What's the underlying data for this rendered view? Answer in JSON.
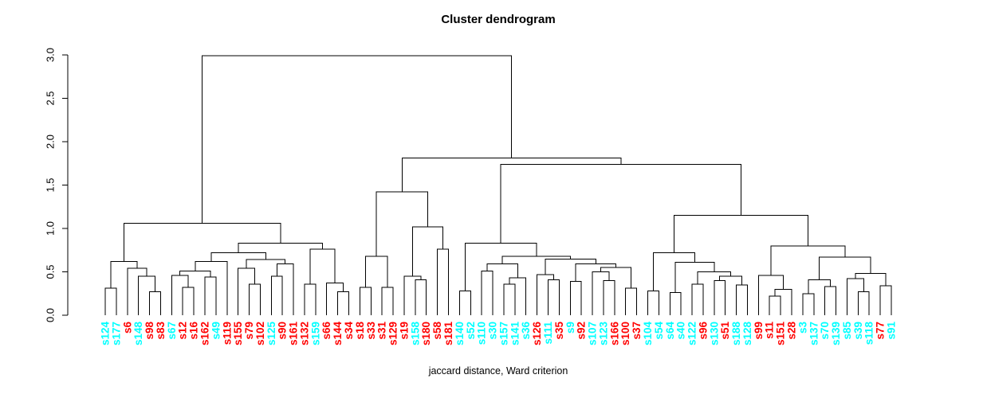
{
  "chart_data": {
    "type": "dendrogram",
    "title": "Cluster dendrogram",
    "xlabel": "jaccard distance, Ward criterion",
    "ylabel": "",
    "ylim": [
      0.0,
      3.0
    ],
    "grid": false,
    "yticks": [
      "0.0",
      "0.5",
      "1.0",
      "1.5",
      "2.0",
      "2.5",
      "3.0"
    ],
    "colors": {
      "red": "#FF0000",
      "cyan": "#00FFFF",
      "line": "#000000",
      "background": "#FFFFFF"
    },
    "leaves": [
      {
        "label": "s124",
        "color": "cyan"
      },
      {
        "label": "s177",
        "color": "cyan"
      },
      {
        "label": "s6",
        "color": "red"
      },
      {
        "label": "s148",
        "color": "cyan"
      },
      {
        "label": "s98",
        "color": "red"
      },
      {
        "label": "s83",
        "color": "red"
      },
      {
        "label": "s67",
        "color": "cyan"
      },
      {
        "label": "s12",
        "color": "red"
      },
      {
        "label": "s16",
        "color": "red"
      },
      {
        "label": "s162",
        "color": "red"
      },
      {
        "label": "s49",
        "color": "cyan"
      },
      {
        "label": "s119",
        "color": "red"
      },
      {
        "label": "s155",
        "color": "red"
      },
      {
        "label": "s79",
        "color": "red"
      },
      {
        "label": "s102",
        "color": "red"
      },
      {
        "label": "s125",
        "color": "cyan"
      },
      {
        "label": "s90",
        "color": "red"
      },
      {
        "label": "s161",
        "color": "red"
      },
      {
        "label": "s132",
        "color": "red"
      },
      {
        "label": "s159",
        "color": "cyan"
      },
      {
        "label": "s66",
        "color": "red"
      },
      {
        "label": "s144",
        "color": "red"
      },
      {
        "label": "s34",
        "color": "red"
      },
      {
        "label": "s18",
        "color": "red"
      },
      {
        "label": "s33",
        "color": "red"
      },
      {
        "label": "s31",
        "color": "red"
      },
      {
        "label": "s129",
        "color": "red"
      },
      {
        "label": "s19",
        "color": "red"
      },
      {
        "label": "s158",
        "color": "cyan"
      },
      {
        "label": "s180",
        "color": "red"
      },
      {
        "label": "s58",
        "color": "red"
      },
      {
        "label": "s181",
        "color": "red"
      },
      {
        "label": "s140",
        "color": "cyan"
      },
      {
        "label": "s52",
        "color": "cyan"
      },
      {
        "label": "s110",
        "color": "cyan"
      },
      {
        "label": "s30",
        "color": "cyan"
      },
      {
        "label": "s157",
        "color": "cyan"
      },
      {
        "label": "s141",
        "color": "cyan"
      },
      {
        "label": "s36",
        "color": "cyan"
      },
      {
        "label": "s126",
        "color": "red"
      },
      {
        "label": "s111",
        "color": "cyan"
      },
      {
        "label": "s35",
        "color": "red"
      },
      {
        "label": "s9",
        "color": "cyan"
      },
      {
        "label": "s92",
        "color": "red"
      },
      {
        "label": "s107",
        "color": "cyan"
      },
      {
        "label": "s123",
        "color": "cyan"
      },
      {
        "label": "s166",
        "color": "red"
      },
      {
        "label": "s100",
        "color": "red"
      },
      {
        "label": "s37",
        "color": "red"
      },
      {
        "label": "s104",
        "color": "cyan"
      },
      {
        "label": "s54",
        "color": "cyan"
      },
      {
        "label": "s64",
        "color": "cyan"
      },
      {
        "label": "s40",
        "color": "cyan"
      },
      {
        "label": "s122",
        "color": "cyan"
      },
      {
        "label": "s96",
        "color": "red"
      },
      {
        "label": "s130",
        "color": "cyan"
      },
      {
        "label": "s51",
        "color": "red"
      },
      {
        "label": "s188",
        "color": "cyan"
      },
      {
        "label": "s128",
        "color": "cyan"
      },
      {
        "label": "s99",
        "color": "red"
      },
      {
        "label": "s11",
        "color": "red"
      },
      {
        "label": "s151",
        "color": "red"
      },
      {
        "label": "s28",
        "color": "red"
      },
      {
        "label": "s3",
        "color": "cyan"
      },
      {
        "label": "s137",
        "color": "cyan"
      },
      {
        "label": "s70",
        "color": "cyan"
      },
      {
        "label": "s139",
        "color": "cyan"
      },
      {
        "label": "s85",
        "color": "cyan"
      },
      {
        "label": "s39",
        "color": "cyan"
      },
      {
        "label": "s118",
        "color": "cyan"
      },
      {
        "label": "s77",
        "color": "red"
      },
      {
        "label": "s91",
        "color": "cyan"
      }
    ],
    "tree": {
      "h": 2.99,
      "c": [
        {
          "h": 1.06,
          "c": [
            {
              "h": 0.62,
              "c": [
                {
                  "h": 0.31,
                  "c": [
                    "s124",
                    "s177"
                  ]
                },
                {
                  "h": 0.54,
                  "c": [
                    "s6",
                    {
                      "h": 0.45,
                      "c": [
                        "s148",
                        {
                          "h": 0.27,
                          "c": [
                            "s98",
                            "s83"
                          ]
                        }
                      ]
                    }
                  ]
                }
              ]
            },
            {
              "h": 0.83,
              "c": [
                {
                  "h": 0.72,
                  "c": [
                    {
                      "h": 0.62,
                      "c": [
                        {
                          "h": 0.51,
                          "c": [
                            {
                              "h": 0.46,
                              "c": [
                                "s67",
                                {
                                  "h": 0.32,
                                  "c": [
                                    "s12",
                                    "s16"
                                  ]
                                }
                              ]
                            },
                            {
                              "h": 0.44,
                              "c": [
                                "s162",
                                "s49"
                              ]
                            }
                          ]
                        },
                        "s119"
                      ]
                    },
                    {
                      "h": 0.64,
                      "c": [
                        {
                          "h": 0.54,
                          "c": [
                            "s155",
                            {
                              "h": 0.36,
                              "c": [
                                "s79",
                                "s102"
                              ]
                            }
                          ]
                        },
                        {
                          "h": 0.59,
                          "c": [
                            {
                              "h": 0.45,
                              "c": [
                                "s125",
                                "s90"
                              ]
                            },
                            "s161"
                          ]
                        }
                      ]
                    }
                  ]
                },
                {
                  "h": 0.76,
                  "c": [
                    {
                      "h": 0.36,
                      "c": [
                        "s132",
                        "s159"
                      ]
                    },
                    {
                      "h": 0.37,
                      "c": [
                        "s66",
                        {
                          "h": 0.27,
                          "c": [
                            "s144",
                            "s34"
                          ]
                        }
                      ]
                    }
                  ]
                }
              ]
            }
          ]
        },
        {
          "h": 1.81,
          "c": [
            {
              "h": 1.42,
              "c": [
                {
                  "h": 0.68,
                  "c": [
                    {
                      "h": 0.32,
                      "c": [
                        "s18",
                        "s33"
                      ]
                    },
                    {
                      "h": 0.32,
                      "c": [
                        "s31",
                        "s129"
                      ]
                    }
                  ]
                },
                {
                  "h": 1.02,
                  "c": [
                    {
                      "h": 0.45,
                      "c": [
                        "s19",
                        {
                          "h": 0.41,
                          "c": [
                            "s158",
                            "s180"
                          ]
                        }
                      ]
                    },
                    {
                      "h": 0.76,
                      "c": [
                        "s58",
                        "s181"
                      ]
                    }
                  ]
                }
              ]
            },
            {
              "h": 1.74,
              "c": [
                {
                  "h": 0.83,
                  "c": [
                    {
                      "h": 0.28,
                      "c": [
                        "s140",
                        "s52"
                      ]
                    },
                    {
                      "h": 0.68,
                      "c": [
                        {
                          "h": 0.59,
                          "c": [
                            {
                              "h": 0.51,
                              "c": [
                                "s110",
                                "s30"
                              ]
                            },
                            {
                              "h": 0.43,
                              "c": [
                                {
                                  "h": 0.36,
                                  "c": [
                                    "s157",
                                    "s141"
                                  ]
                                },
                                "s36"
                              ]
                            }
                          ]
                        },
                        {
                          "h": 0.645,
                          "c": [
                            {
                              "h": 0.47,
                              "c": [
                                "s126",
                                {
                                  "h": 0.41,
                                  "c": [
                                    "s111",
                                    "s35"
                                  ]
                                }
                              ]
                            },
                            {
                              "h": 0.59,
                              "c": [
                                {
                                  "h": 0.39,
                                  "c": [
                                    "s9",
                                    "s92"
                                  ]
                                },
                                {
                                  "h": 0.55,
                                  "c": [
                                    {
                                      "h": 0.5,
                                      "c": [
                                        "s107",
                                        {
                                          "h": 0.4,
                                          "c": [
                                            "s123",
                                            "s166"
                                          ]
                                        }
                                      ]
                                    },
                                    {
                                      "h": 0.31,
                                      "c": [
                                        "s100",
                                        "s37"
                                      ]
                                    }
                                  ]
                                }
                              ]
                            }
                          ]
                        }
                      ]
                    }
                  ]
                },
                {
                  "h": 1.15,
                  "c": [
                    {
                      "h": 0.72,
                      "c": [
                        {
                          "h": 0.28,
                          "c": [
                            "s104",
                            "s54"
                          ]
                        },
                        {
                          "h": 0.61,
                          "c": [
                            {
                              "h": 0.26,
                              "c": [
                                "s64",
                                "s40"
                              ]
                            },
                            {
                              "h": 0.5,
                              "c": [
                                {
                                  "h": 0.36,
                                  "c": [
                                    "s122",
                                    "s96"
                                  ]
                                },
                                {
                                  "h": 0.45,
                                  "c": [
                                    {
                                      "h": 0.4,
                                      "c": [
                                        "s130",
                                        "s51"
                                      ]
                                    },
                                    {
                                      "h": 0.35,
                                      "c": [
                                        "s188",
                                        "s128"
                                      ]
                                    }
                                  ]
                                }
                              ]
                            }
                          ]
                        }
                      ]
                    },
                    {
                      "h": 0.8,
                      "c": [
                        {
                          "h": 0.46,
                          "c": [
                            "s99",
                            {
                              "h": 0.3,
                              "c": [
                                {
                                  "h": 0.22,
                                  "c": [
                                    "s11",
                                    "s151"
                                  ]
                                },
                                "s28"
                              ]
                            }
                          ]
                        },
                        {
                          "h": 0.67,
                          "c": [
                            {
                              "h": 0.41,
                              "c": [
                                {
                                  "h": 0.25,
                                  "c": [
                                    "s3",
                                    "s137"
                                  ]
                                },
                                {
                                  "h": 0.33,
                                  "c": [
                                    "s70",
                                    "s139"
                                  ]
                                }
                              ]
                            },
                            {
                              "h": 0.48,
                              "c": [
                                {
                                  "h": 0.42,
                                  "c": [
                                    "s85",
                                    {
                                      "h": 0.27,
                                      "c": [
                                        "s39",
                                        "s118"
                                      ]
                                    }
                                  ]
                                },
                                {
                                  "h": 0.34,
                                  "c": [
                                    "s77",
                                    "s91"
                                  ]
                                }
                              ]
                            }
                          ]
                        }
                      ]
                    }
                  ]
                }
              ]
            }
          ]
        }
      ]
    }
  }
}
